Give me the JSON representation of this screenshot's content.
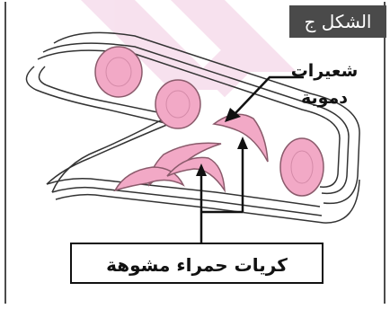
{
  "figure": {
    "tag": "الشكل ج",
    "label_capillaries_line1": "شعيرات",
    "label_capillaries_line2": "دموية",
    "label_deformed_cells": "كريات حمراء مشوهة"
  },
  "colors": {
    "cell_fill": "#f2a9c6",
    "cell_stroke": "#8a5a6b",
    "wall_stroke": "#333333",
    "tag_background": "#4a4a4a",
    "watermark": "#c0147a"
  }
}
